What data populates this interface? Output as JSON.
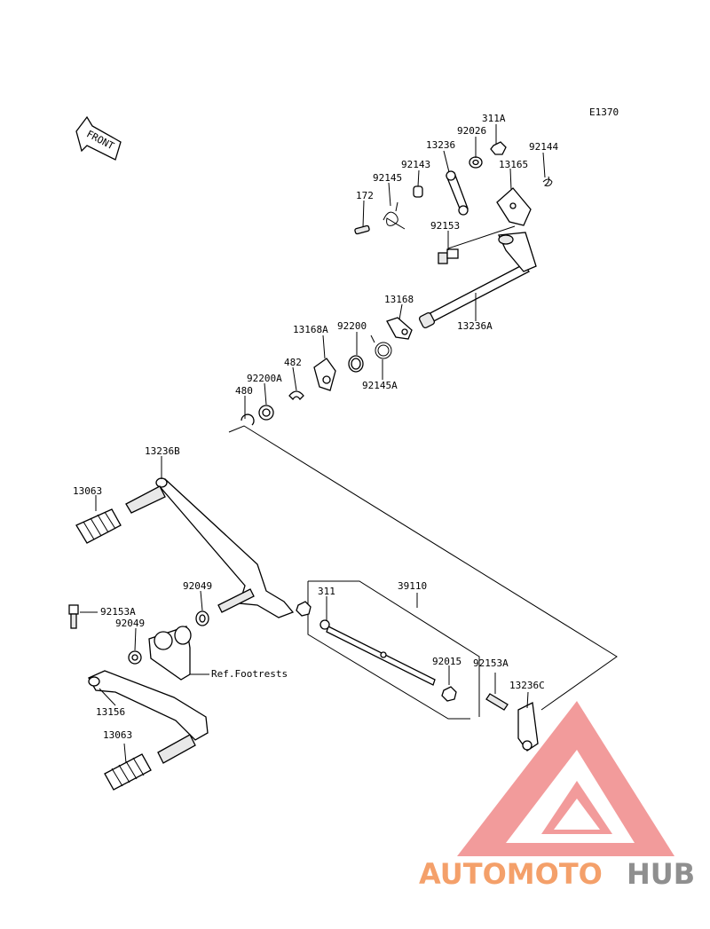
{
  "diagram": {
    "code": "E1370",
    "front_label": "FRONT",
    "ref_label": "Ref.Footrests",
    "labels": {
      "p311A": "311A",
      "p92026": "92026",
      "p92144": "92144",
      "p13236": "13236",
      "p13165": "13165",
      "p92143": "92143",
      "p92145": "92145",
      "p172": "172",
      "p92153": "92153",
      "p13168": "13168",
      "p13236A": "13236A",
      "p13168A": "13168A",
      "p92200": "92200",
      "p482": "482",
      "p92145A": "92145A",
      "p92200A": "92200A",
      "p480": "480",
      "p13236B": "13236B",
      "p13063a": "13063",
      "p92049a": "92049",
      "p92153A_left": "92153A",
      "p92049b": "92049",
      "p311": "311",
      "p39110": "39110",
      "p92015": "92015",
      "p92153A_right": "92153A",
      "p13236C": "13236C",
      "p13156": "13156",
      "p13063b": "13063"
    }
  },
  "watermark": {
    "part1": "AUTOMOTO",
    "part2": "HUB",
    "color1": "#f4a06a",
    "color2": "#e8767a",
    "color3": "#8f8f8f",
    "triangle_color": "#f08080"
  }
}
